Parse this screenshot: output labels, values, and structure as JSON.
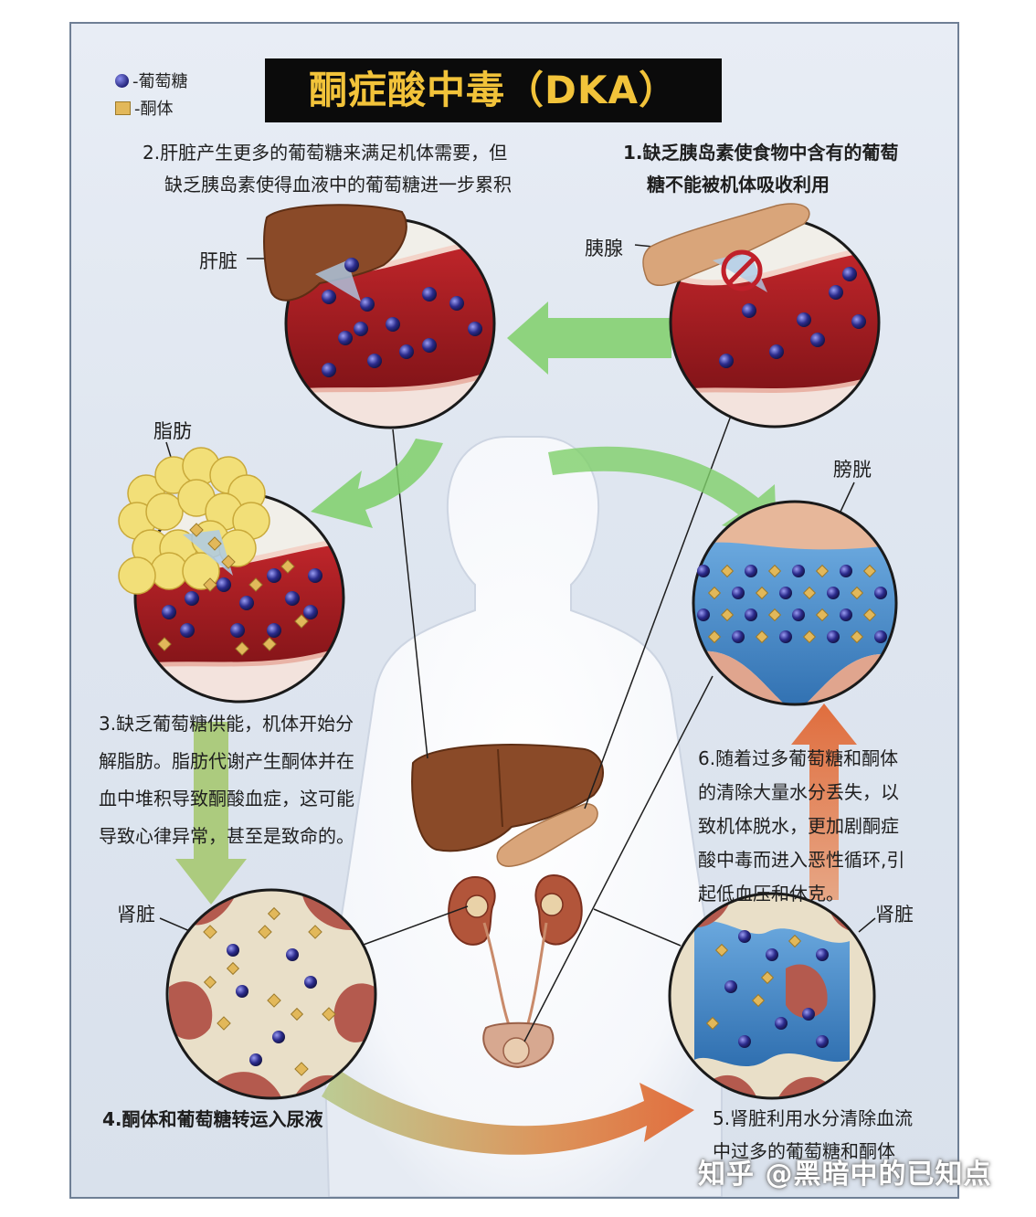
{
  "title": "酮症酸中毒（DKA）",
  "legend": [
    {
      "symbol": "glucose",
      "label": "-葡萄糖"
    },
    {
      "symbol": "ketone",
      "label": "-酮体"
    }
  ],
  "steps": {
    "step1": [
      "1.缺乏胰岛素使食物中含有的葡萄",
      "糖不能被机体吸收利用"
    ],
    "step2": [
      "2.肝脏产生更多的葡萄糖来满足机体需要，但",
      "缺乏胰岛素使得血液中的葡萄糖进一步累积"
    ],
    "step3": [
      "3.缺乏葡萄糖供能，机体开始分",
      "解脂肪。脂肪代谢产生酮体并在",
      "血中堆积导致酮酸血症，这可能",
      "导致心律异常，甚至是致命的。"
    ],
    "step4": [
      "4.酮体和葡萄糖转运入尿液"
    ],
    "step5": [
      "5.肾脏利用水分清除血流",
      "中过多的葡萄糖和酮体"
    ],
    "step6": [
      "6.随着过多葡萄糖和酮体",
      "的清除大量水分丢失，以",
      "致机体脱水，更加剧酮症",
      "酸中毒而进入恶性循环,引",
      "起低血压和休克。"
    ]
  },
  "labels": {
    "liver": "肝脏",
    "pancreas": "胰腺",
    "fat": "脂肪",
    "bladder": "膀胱",
    "kidney_left": "肾脏",
    "kidney_right": "肾脏"
  },
  "watermark": "知乎 @黑暗中的已知点",
  "colors": {
    "title_text": "#f2c33a",
    "title_bg": "#0b0b0b",
    "blood": "#9c1a1f",
    "arrow_green": "#7fcf6a",
    "arrow_orange": "#e06a2a",
    "glucose": "#2b2b8c",
    "ketone": "#e2b85a",
    "urine_blue": "#4a8fd0"
  }
}
